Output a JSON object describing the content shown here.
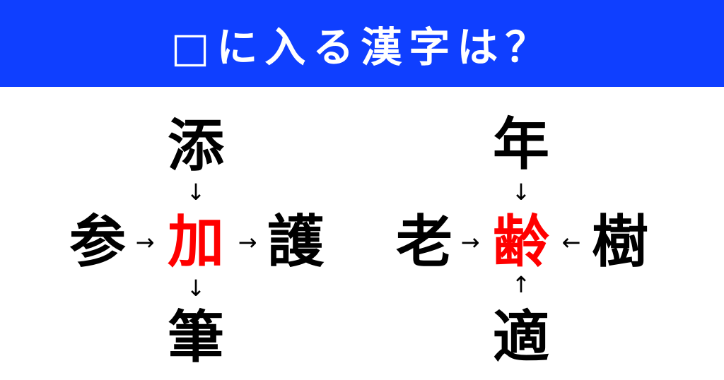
{
  "header": {
    "title": "□に入る漢字は？",
    "background_color": "#0f3fff",
    "text_color": "#ffffff"
  },
  "puzzles": [
    {
      "answer": "加",
      "answer_color": "#ff0000",
      "top": "添",
      "left": "参",
      "right": "護",
      "bottom": "筆",
      "arrows": {
        "top": "↓",
        "left": "→",
        "right": "→",
        "bottom": "↓"
      }
    },
    {
      "answer": "齢",
      "answer_color": "#ff0000",
      "top": "年",
      "left": "老",
      "right": "樹",
      "bottom": "適",
      "arrows": {
        "top": "↓",
        "left": "→",
        "right": "←",
        "bottom": "↑"
      }
    }
  ]
}
